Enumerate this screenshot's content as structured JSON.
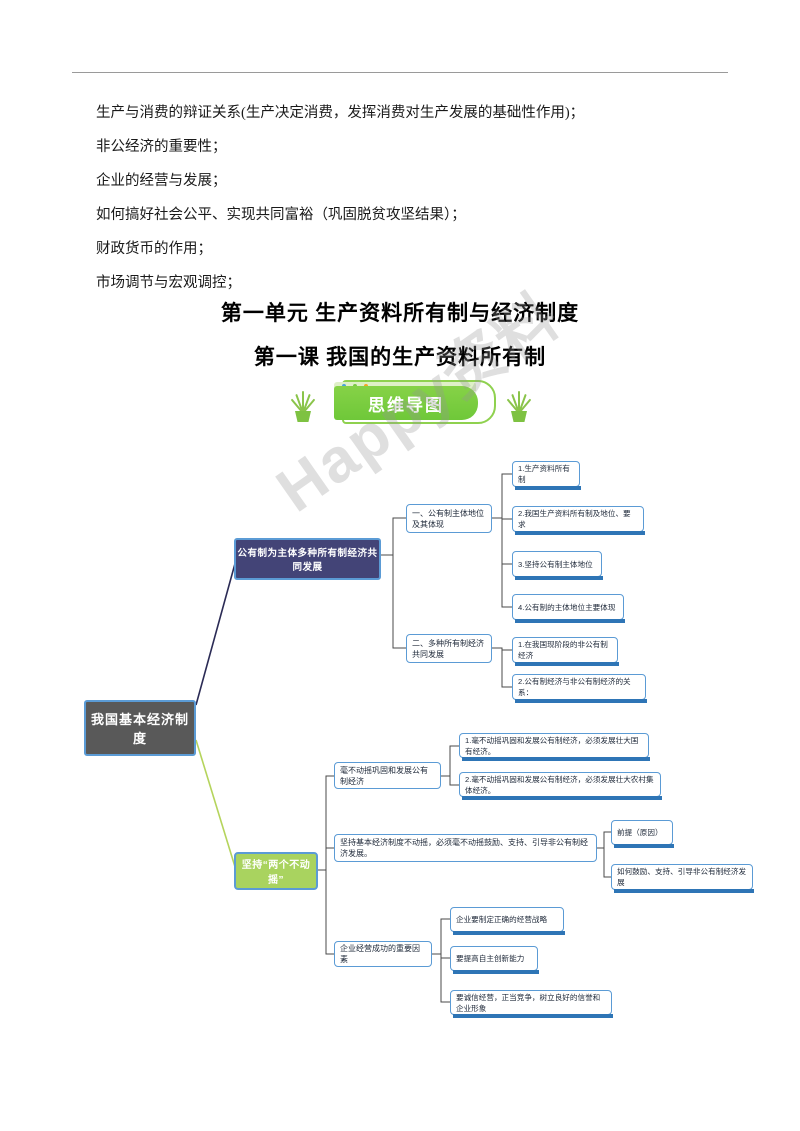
{
  "document": {
    "paragraphs": [
      "生产与消费的辩证关系(生产决定消费，发挥消费对生产发展的基础性作用)；",
      "非公经济的重要性；",
      "企业的经营与发展；",
      "如何搞好社会公平、实现共同富裕（巩固脱贫攻坚结果）；",
      "财政货币的作用；",
      "市场调节与宏观调控；"
    ],
    "heading_unit": "第一单元 生产资料所有制与经济制度",
    "heading_lesson": "第一课 我国的生产资料所有制",
    "watermark": "Happy资料"
  },
  "banner": {
    "title": "思维导图",
    "dot_colors": [
      "#4aa3df",
      "#7ac943",
      "#f5a623"
    ],
    "accent": "#6fc839"
  },
  "mindmap": {
    "root": "我国基本经济制度",
    "branch1": {
      "title": "公有制为主体多种所有制经济共同发展",
      "groups": [
        {
          "label": "一、公有制主体地位及其体现",
          "items": [
            "1.生产资料所有制",
            "2.我国生产资料所有制及地位、要求",
            "3.坚持公有制主体地位",
            "4.公有制的主体地位主要体现"
          ]
        },
        {
          "label": "二、多种所有制经济共同发展",
          "items": [
            "1.在我国现阶段的非公有制经济",
            "2.公有制经济与非公有制经济的关系："
          ]
        }
      ]
    },
    "branch2": {
      "title": "坚持“两个不动摇”",
      "groups": [
        {
          "label": "毫不动摇巩固和发展公有制经济",
          "items": [
            "1.毫不动摇巩固和发展公有制经济，必须发展壮大国有经济。",
            "2.毫不动摇巩固和发展公有制经济，必须发展壮大农村集体经济。"
          ]
        },
        {
          "label": "坚持基本经济制度不动摇，必须毫不动摇鼓励、支持、引导非公有制经济发展。",
          "items": [
            "前提（原因）",
            "如何鼓励、支持、引导非公有制经济发展"
          ]
        },
        {
          "label": "企业经营成功的重要因素",
          "items": [
            "企业要制定正确的经营战略",
            "要提高自主创新能力",
            "要诚信经营，正当竞争，树立良好的信誉和企业形象"
          ]
        }
      ]
    },
    "colors": {
      "root_fill": "#595959",
      "branch1_fill": "#434477",
      "branch2_fill": "#a9d35f",
      "node_border": "#5b9bd5",
      "connector_navy": "#2b2b55",
      "connector_green": "#b5d45c",
      "shadow": "#2e75b6"
    }
  }
}
